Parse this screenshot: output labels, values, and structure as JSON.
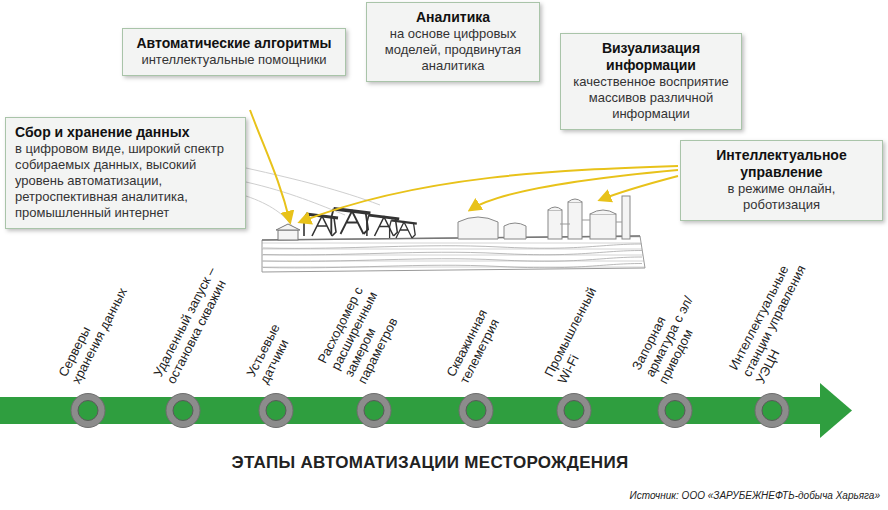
{
  "diagram": {
    "title": "ЭТАПЫ АВТОМАТИЗАЦИИ МЕСТОРОЖДЕНИЯ",
    "caption": "Источник: ООО «ЗАРУБЕЖНЕФТЬ-добыча Харьяга»",
    "nodes": [
      {
        "text": [
          "Сбор и хранение данных",
          "в цифровом виде, широкий спектр собираемых данных, высокий уровень автоматизации, ретроспективная аналитика, промышленный интернет"
        ]
      },
      {
        "text": [
          "Автоматические алгоритмы",
          "интеллектуальные помощники"
        ]
      },
      {
        "text": [
          "Аналитика",
          "на основе цифровых моделей, продвинутая аналитика"
        ]
      },
      {
        "text": [
          "Визуализация информации",
          "качественное восприятие массивов различной информации"
        ]
      },
      {
        "text": [
          "Интеллектуальное управление",
          "в режиме онлайн, роботизация"
        ]
      }
    ],
    "labels": [
      "Серверы хранения данных",
      "Удаленный запуск – остановка скважин",
      "Устьевые датчики",
      "Расходомер с расширенным замером параметров",
      "Скважинная телеметрия",
      "Промышленный Wi-Fi",
      "Запорная арматура с эл/приводом",
      "Интеллектуальные станции управления УЭЦН"
    ]
  }
}
